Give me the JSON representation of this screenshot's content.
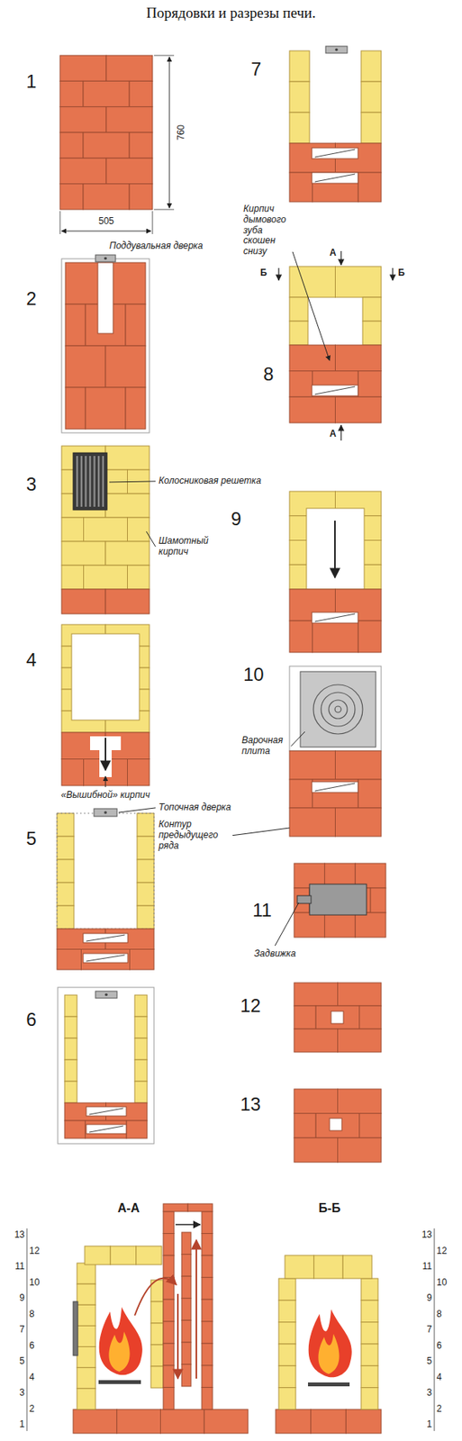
{
  "diagram": {
    "title": "Порядовки и разрезы печи.",
    "labels": [
      "1",
      "760",
      "505",
      "2",
      "Поддувальная дверка",
      "3",
      "Колосниковая решетка",
      "Шамотный кирпич",
      "4",
      "«Вышибной» кирпич",
      "5",
      "Топочная дверка",
      "Контур предыдущего ряда",
      "6",
      "7",
      "Кирпич дымового зуба скошен снизу",
      "А",
      "Б",
      "Б",
      "8",
      "А",
      "9",
      "10",
      "Варочная плита",
      "11",
      "Задвижка",
      "12",
      "13",
      "А-А",
      "Б-Б",
      "13",
      "12",
      "11",
      "10",
      "9",
      "8",
      "7",
      "6",
      "5",
      "4",
      "3",
      "2",
      "1",
      "13",
      "12",
      "11",
      "10",
      "9",
      "8",
      "7",
      "6",
      "5",
      "4",
      "3",
      "2",
      "1"
    ]
  }
}
